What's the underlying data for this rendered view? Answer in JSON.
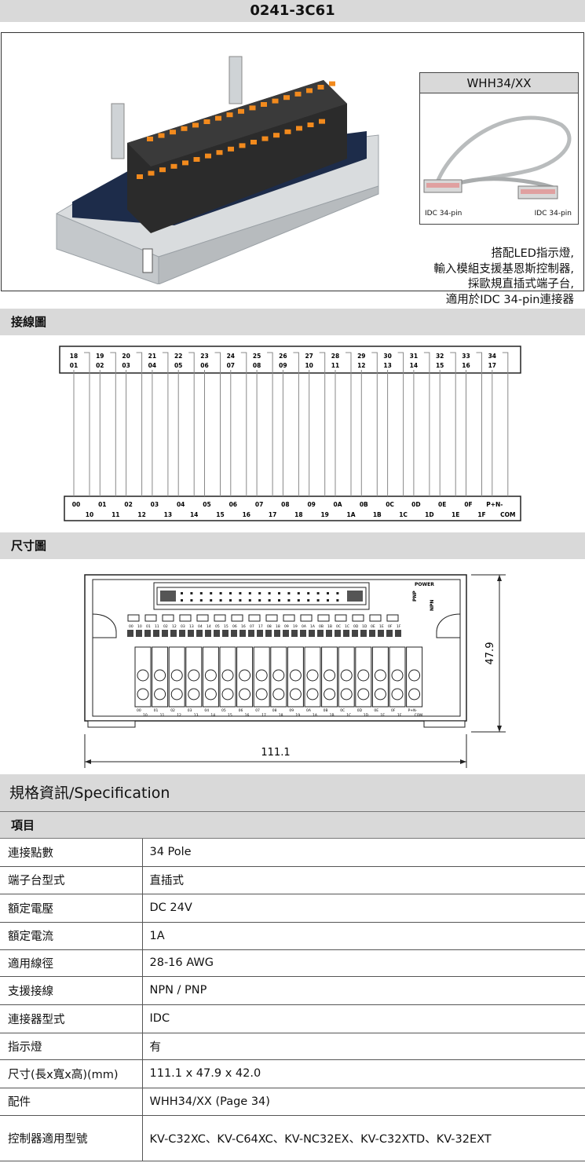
{
  "page": {
    "title": "0241-3C61"
  },
  "cable": {
    "title": "WHH34/XX",
    "left_label": "IDC 34-pin",
    "right_label": "IDC 34-pin"
  },
  "description": [
    "搭配LED指示燈,",
    "輸入模組支援基恩斯控制器,",
    "採歐規直插式端子台,",
    "適用於IDC 34-pin連接器"
  ],
  "sections": {
    "wiring": "接線圖",
    "dimensions": "尺寸圖"
  },
  "wiring": {
    "top_upper": [
      "18",
      "19",
      "20",
      "21",
      "22",
      "23",
      "24",
      "25",
      "26",
      "27",
      "28",
      "29",
      "30",
      "31",
      "32",
      "33",
      "34"
    ],
    "top_lower": [
      "01",
      "02",
      "03",
      "04",
      "05",
      "06",
      "07",
      "08",
      "09",
      "10",
      "11",
      "12",
      "13",
      "14",
      "15",
      "16",
      "17"
    ],
    "bottom_upper": [
      "00",
      "01",
      "02",
      "03",
      "04",
      "05",
      "06",
      "07",
      "08",
      "09",
      "0A",
      "0B",
      "0C",
      "0D",
      "0E",
      "0F",
      "P+N-"
    ],
    "bottom_lower": [
      "10",
      "11",
      "12",
      "13",
      "14",
      "15",
      "16",
      "17",
      "18",
      "19",
      "1A",
      "1B",
      "1C",
      "1D",
      "1E",
      "1F",
      "COM"
    ]
  },
  "dimensions": {
    "width_label": "111.1",
    "height_label": "47.9",
    "power_label": "POWER",
    "pnp_label": "PNP",
    "npn_label": "NPN",
    "led_row": [
      "00",
      "10",
      "01",
      "11",
      "02",
      "12",
      "03",
      "13",
      "04",
      "14",
      "05",
      "15",
      "06",
      "16",
      "07",
      "17",
      "08",
      "18",
      "09",
      "19",
      "0A",
      "1A",
      "0B",
      "1B",
      "0C",
      "1C",
      "0D",
      "1D",
      "0E",
      "1E",
      "0F",
      "1F"
    ],
    "bottom_row_upper": [
      "00",
      "01",
      "02",
      "03",
      "04",
      "05",
      "06",
      "07",
      "08",
      "09",
      "0A",
      "0B",
      "0C",
      "0D",
      "0E",
      "0F",
      "P+N-"
    ],
    "bottom_row_lower": [
      "10",
      "11",
      "12",
      "13",
      "14",
      "15",
      "16",
      "17",
      "18",
      "19",
      "1A",
      "1B",
      "1C",
      "1D",
      "1E",
      "1F",
      "COM"
    ]
  },
  "spec": {
    "header": "規格資訊/Specification",
    "items_label": "項目",
    "rows": [
      {
        "key": "連接點數",
        "value": "34 Pole"
      },
      {
        "key": "端子台型式",
        "value": "直插式"
      },
      {
        "key": "額定電壓",
        "value": "DC 24V"
      },
      {
        "key": "額定電流",
        "value": "1A"
      },
      {
        "key": "適用線徑",
        "value": "28-16 AWG"
      },
      {
        "key": "支援接線",
        "value": "NPN / PNP"
      },
      {
        "key": "連接器型式",
        "value": "IDC"
      },
      {
        "key": "指示燈",
        "value": "有"
      },
      {
        "key": "尺寸(長x寬x高)(mm)",
        "value": "111.1 x 47.9 x 42.0"
      },
      {
        "key": "配件",
        "value": "WHH34/XX (Page 34)"
      },
      {
        "key": "控制器適用型號",
        "value": "KV-C32XC、KV-C64XC、KV-NC32EX、KV-C32XTD、KV-32EXT"
      }
    ]
  },
  "colors": {
    "header_gray": "#d9d9d9",
    "terminal_orange": "#f28a1d",
    "terminal_black": "#2b2b2b",
    "pcb_blue": "#1d2c4a",
    "cable_gray": "#b9bcbd"
  }
}
